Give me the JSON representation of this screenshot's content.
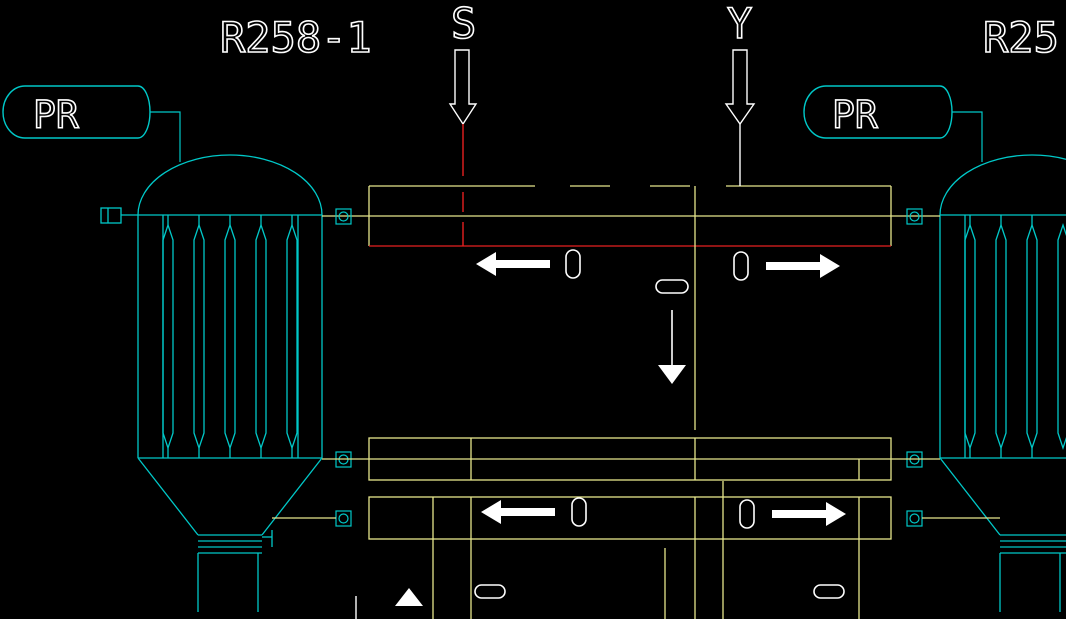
{
  "labels": {
    "vessel_left": "R258-1",
    "vessel_right_partial": "R25",
    "inlet_s": "S",
    "inlet_y": "Y",
    "instrument_left": "PR",
    "instrument_right": "PR"
  },
  "colors": {
    "background": "#000000",
    "equipment": "#00c8c8",
    "header": "#e6e68c",
    "highlight": "#e62020",
    "arrows": "#ffffff"
  }
}
